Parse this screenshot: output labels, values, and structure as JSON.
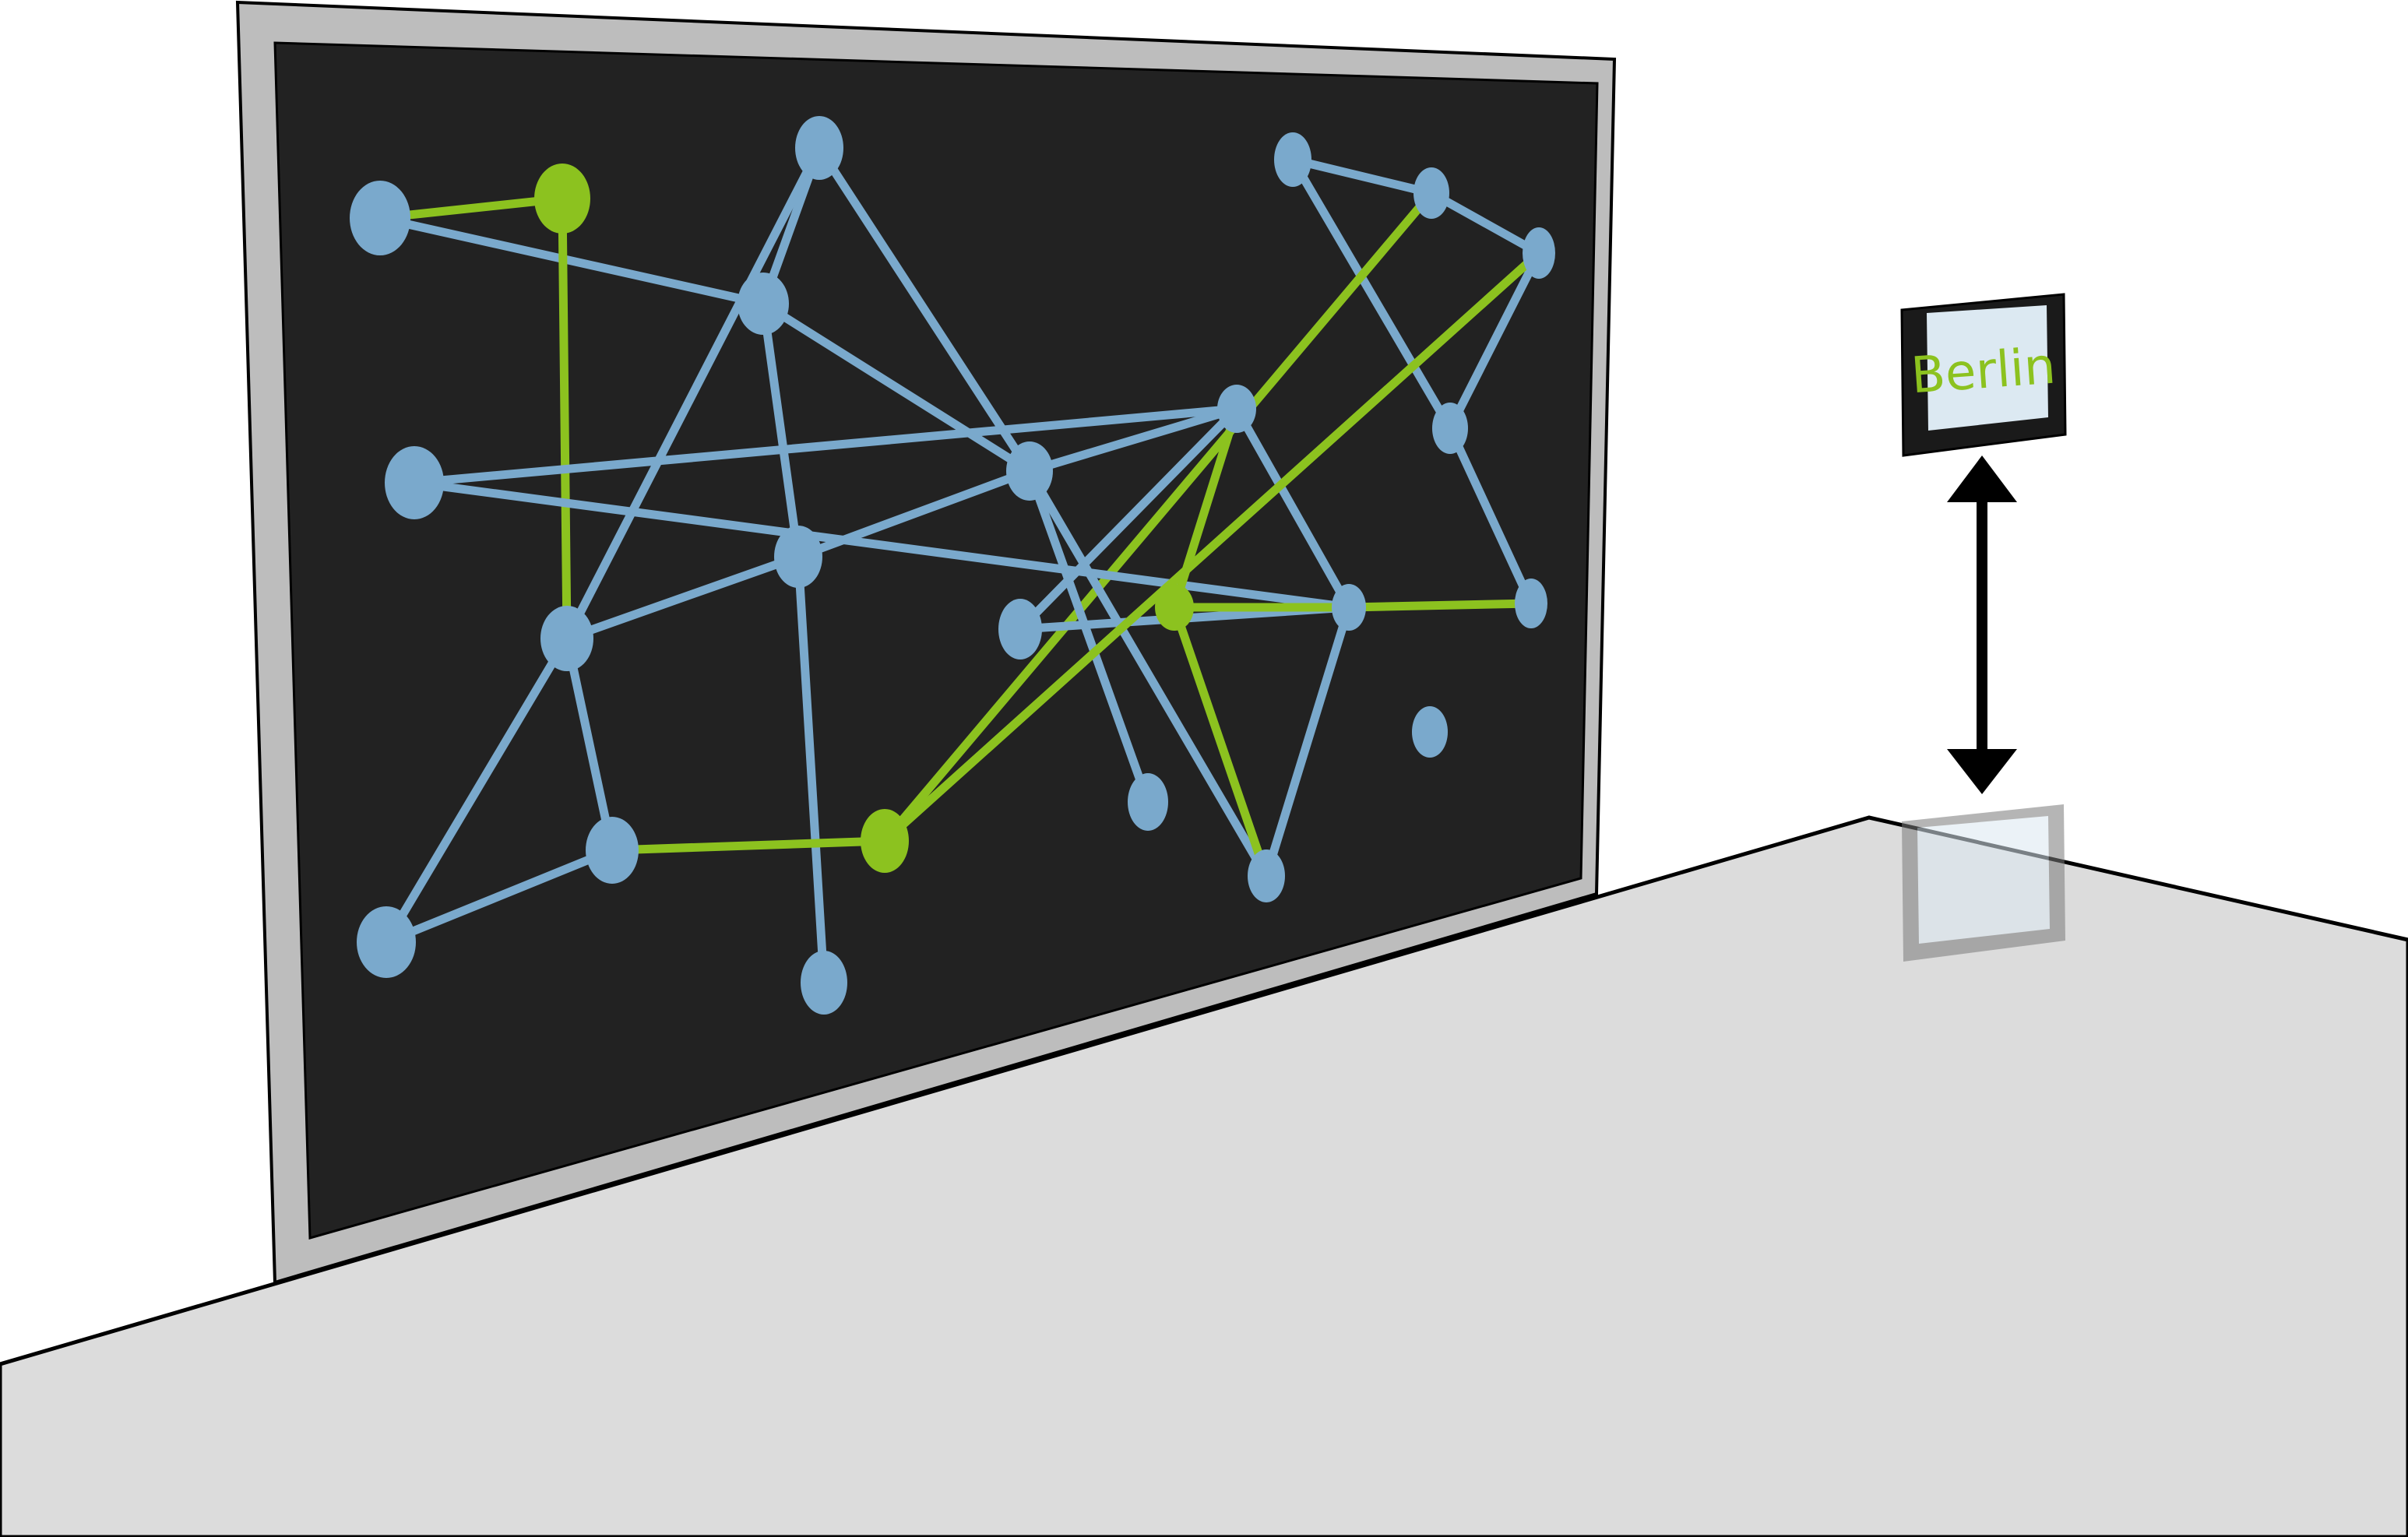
{
  "colors": {
    "background": "#ffffff",
    "floor": "#dcdcdc",
    "screen_frame": "#bdbdbd",
    "screen": "#222222",
    "node_blue": "#7aa9cc",
    "node_green": "#8cc21f",
    "edge_blue": "#7aa9cc",
    "edge_green": "#8cc21f",
    "tablet_body": "#1a1a1a",
    "tablet_screen": "#dce9f2",
    "arrow": "#000000"
  },
  "tablet": {
    "label": "Berlin",
    "label_color": "#8cc21f"
  },
  "graph": {
    "nodes": [
      {
        "id": "n1",
        "highlight": false
      },
      {
        "id": "n2",
        "highlight": true
      },
      {
        "id": "n3",
        "highlight": false
      },
      {
        "id": "n4",
        "highlight": false
      },
      {
        "id": "n5",
        "highlight": false
      },
      {
        "id": "n6",
        "highlight": false
      },
      {
        "id": "n7",
        "highlight": false
      },
      {
        "id": "n8",
        "highlight": false
      },
      {
        "id": "n9",
        "highlight": false
      },
      {
        "id": "n10",
        "highlight": false
      },
      {
        "id": "n11",
        "highlight": false
      },
      {
        "id": "n12",
        "highlight": false
      },
      {
        "id": "n13",
        "highlight": false
      },
      {
        "id": "n14",
        "highlight": false
      },
      {
        "id": "n15",
        "highlight": false
      },
      {
        "id": "n16",
        "highlight": true
      },
      {
        "id": "n17",
        "highlight": false
      },
      {
        "id": "n18",
        "highlight": false
      },
      {
        "id": "n19",
        "highlight": false
      },
      {
        "id": "n20",
        "highlight": false
      },
      {
        "id": "n21",
        "highlight": true
      },
      {
        "id": "n22",
        "highlight": false
      },
      {
        "id": "n23",
        "highlight": false
      },
      {
        "id": "n24",
        "highlight": false
      },
      {
        "id": "n25",
        "highlight": false
      }
    ],
    "edges": [
      {
        "from": "n1",
        "to": "n2",
        "highlight": true
      },
      {
        "from": "n1",
        "to": "n5",
        "highlight": false
      },
      {
        "from": "n2",
        "to": "n11",
        "highlight": true
      },
      {
        "from": "n3",
        "to": "n5",
        "highlight": false
      },
      {
        "from": "n3",
        "to": "n9",
        "highlight": false
      },
      {
        "from": "n3",
        "to": "n11",
        "highlight": false
      },
      {
        "from": "n4",
        "to": "n13",
        "highlight": false
      },
      {
        "from": "n4",
        "to": "n6",
        "highlight": false
      },
      {
        "from": "n6",
        "to": "n7",
        "highlight": false
      },
      {
        "from": "n6",
        "to": "n21",
        "highlight": true
      },
      {
        "from": "n7",
        "to": "n13",
        "highlight": false
      },
      {
        "from": "n5",
        "to": "n9",
        "highlight": false
      },
      {
        "from": "n5",
        "to": "n10",
        "highlight": false
      },
      {
        "from": "n8",
        "to": "n17",
        "highlight": false
      },
      {
        "from": "n8",
        "to": "n12",
        "highlight": false
      },
      {
        "from": "n10",
        "to": "n11",
        "highlight": false
      },
      {
        "from": "n10",
        "to": "n9",
        "highlight": false
      },
      {
        "from": "n10",
        "to": "n24",
        "highlight": false
      },
      {
        "from": "n9",
        "to": "n12",
        "highlight": false
      },
      {
        "from": "n9",
        "to": "n15",
        "highlight": false
      },
      {
        "from": "n9",
        "to": "n19",
        "highlight": false
      },
      {
        "from": "n11",
        "to": "n22",
        "highlight": false
      },
      {
        "from": "n11",
        "to": "n20",
        "highlight": false
      },
      {
        "from": "n12",
        "to": "n16",
        "highlight": true
      },
      {
        "from": "n12",
        "to": "n14",
        "highlight": false
      },
      {
        "from": "n12",
        "to": "n17",
        "highlight": false
      },
      {
        "from": "n14",
        "to": "n17",
        "highlight": false
      },
      {
        "from": "n16",
        "to": "n17",
        "highlight": true
      },
      {
        "from": "n16",
        "to": "n23",
        "highlight": true
      },
      {
        "from": "n17",
        "to": "n23",
        "highlight": false
      },
      {
        "from": "n17",
        "to": "n18",
        "highlight": true
      },
      {
        "from": "n18",
        "to": "n13",
        "highlight": false
      },
      {
        "from": "n20",
        "to": "n21",
        "highlight": true
      },
      {
        "from": "n21",
        "to": "n7",
        "highlight": true
      },
      {
        "from": "n22",
        "to": "n20",
        "highlight": false
      },
      {
        "from": "n7",
        "to": "n21",
        "highlight": true
      }
    ]
  }
}
